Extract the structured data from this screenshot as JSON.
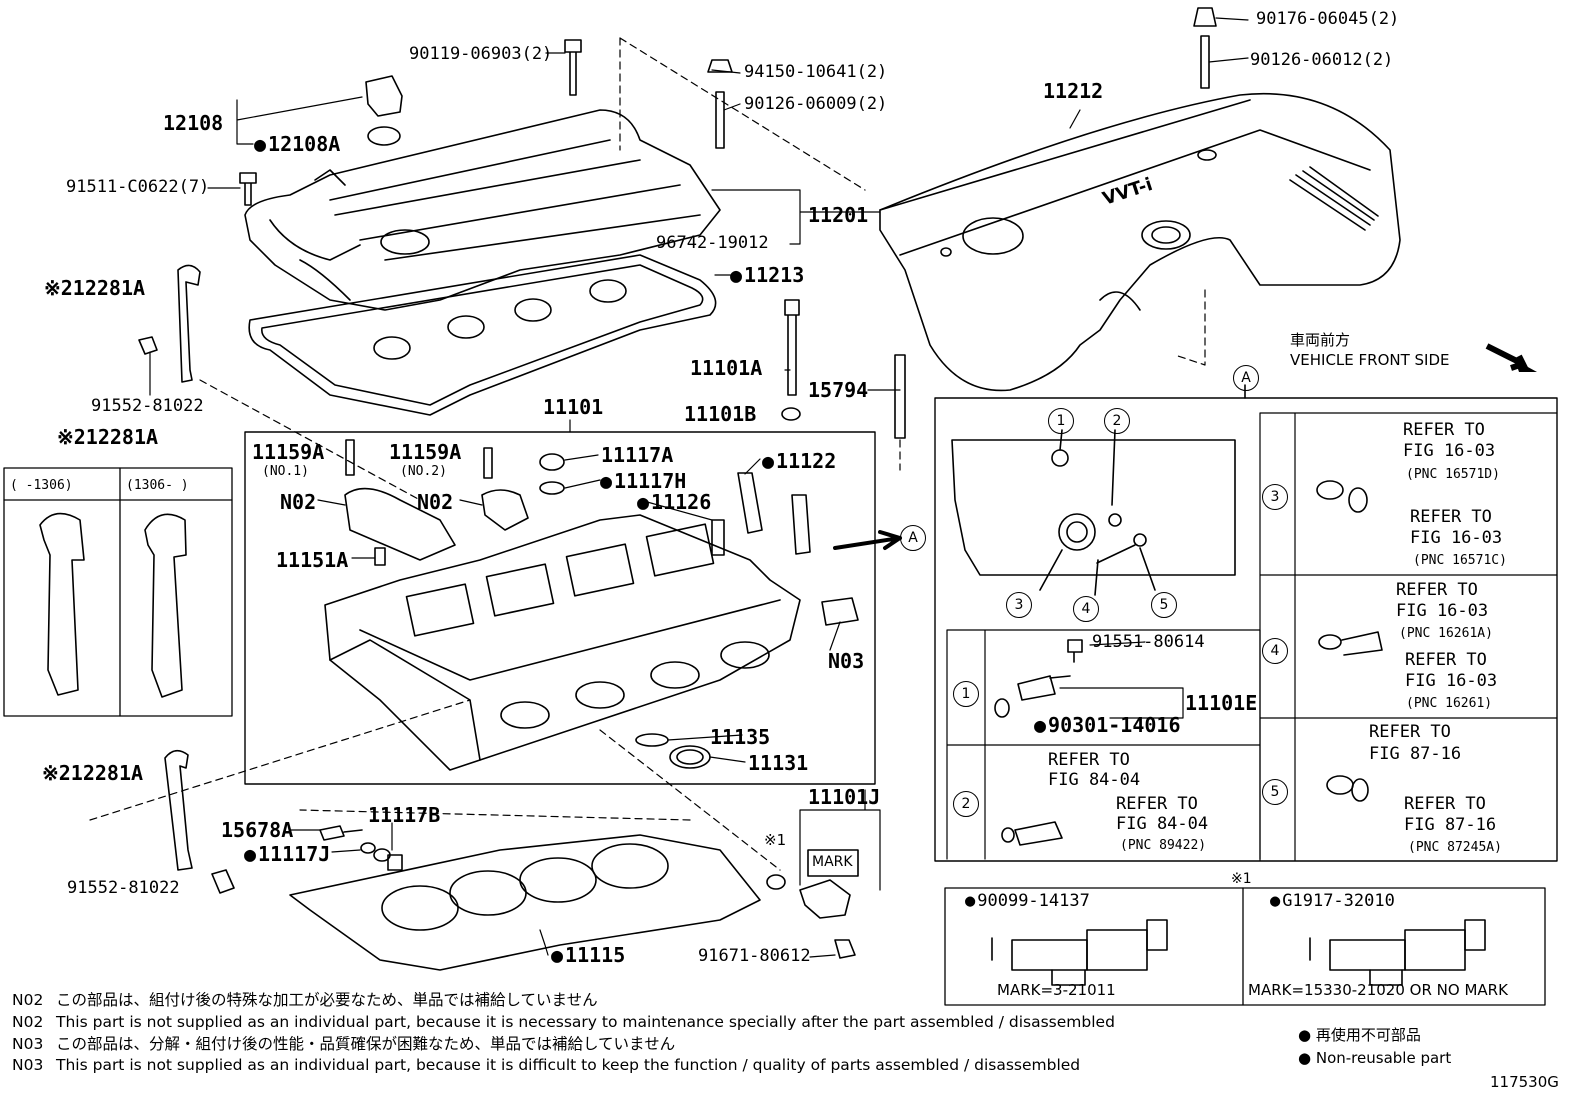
{
  "parts": {
    "p90119": "90119-06903(2)",
    "p94150": "94150-10641(2)",
    "p90126a": "90126-06009(2)",
    "p90176": "90176-06045(2)",
    "p90126b": "90126-06012(2)",
    "p11212": "11212",
    "p12108": "12108",
    "p12108A": "12108A",
    "p91511": "91511-C0622(7)",
    "p11201": "11201",
    "p96742": "96742-19012",
    "p11213": "11213",
    "p12281A_top": "※212281A",
    "p91552_top": "91552-81022",
    "p12281A_box": "※212281A",
    "p11101A": "11101A",
    "p11101B": "11101B",
    "p15794": "15794",
    "p11101": "11101",
    "p11159A_1": "11159A",
    "p11159A_1_sub": "(NO.1)",
    "p11159A_2": "11159A",
    "p11159A_2_sub": "(NO.2)",
    "p11117A": "11117A",
    "p11117H": "11117H",
    "p11122": "11122",
    "p11126": "11126",
    "pN02_a": "N02",
    "pN02_b": "N02",
    "p11151A": "11151A",
    "pN03": "N03",
    "p11135": "11135",
    "p11131": "11131",
    "p12281A_bot": "※212281A",
    "p91552_bot": "91552-81022",
    "p15678A": "15678A",
    "p11117B": "11117B",
    "p11117J": "11117J",
    "p11115": "11115",
    "p11101J": "11101J",
    "pMARK": "MARK",
    "pX1": "※1",
    "p91671": "91671-80612",
    "pA_arrow": "A"
  },
  "variant_box": {
    "col1": "(    -1306)",
    "col2": "(1306-     )"
  },
  "front": {
    "jp": "車両前方",
    "en": "VEHICLE FRONT SIDE"
  },
  "detailA": {
    "tag": "A",
    "callouts": [
      "1",
      "2",
      "3",
      "4",
      "5"
    ],
    "row1": {
      "num": "1",
      "p91551": "91551-80614",
      "p90301": "90301-14016",
      "p11101E": "11101E"
    },
    "row2": {
      "num": "2",
      "refer1": "REFER TO",
      "fig1": "FIG 84-04",
      "refer2": "REFER TO",
      "fig2": "FIG 84-04",
      "pnc": "(PNC 89422)"
    },
    "row3": {
      "num": "3",
      "refer1": "REFER TO",
      "fig1": "FIG 16-03",
      "pnc1": "(PNC 16571D)",
      "refer2": "REFER TO",
      "fig2": "FIG 16-03",
      "pnc2": "(PNC 16571C)"
    },
    "row4": {
      "num": "4",
      "refer1": "REFER TO",
      "fig1": "FIG 16-03",
      "pnc1": "(PNC 16261A)",
      "refer2": "REFER TO",
      "fig2": "FIG 16-03",
      "pnc2": "(PNC 16261)"
    },
    "row5": {
      "num": "5",
      "refer1": "REFER TO",
      "fig1": "FIG 87-16",
      "refer2": "REFER TO",
      "fig2": "FIG 87-16",
      "pnc": "(PNC 87245A)"
    }
  },
  "ocv": {
    "header": "※1",
    "left_part": "90099-14137",
    "left_mark": "MARK=3-21011",
    "right_part": "G1917-32010",
    "right_mark": "MARK=15330-21020 OR NO MARK"
  },
  "notes": [
    {
      "code": "N02",
      "text": "この部品は、組付け後の特殊な加工が必要なため、単品では補給していません"
    },
    {
      "code": "N02",
      "text": "This part is not supplied as an individual part, because it is necessary to maintenance specially after the part assembled / disassembled"
    },
    {
      "code": "N03",
      "text": "この部品は、分解・組付け後の性能・品質確保が困難なため、単品では補給していません"
    },
    {
      "code": "N03",
      "text": "This part is not supplied as an individual part, because it is difficult to keep the function / quality of parts  assembled / disassembled"
    }
  ],
  "legend": {
    "jp": "再使用不可部品",
    "en": "Non-reusable part"
  },
  "figure_id": "117530G"
}
